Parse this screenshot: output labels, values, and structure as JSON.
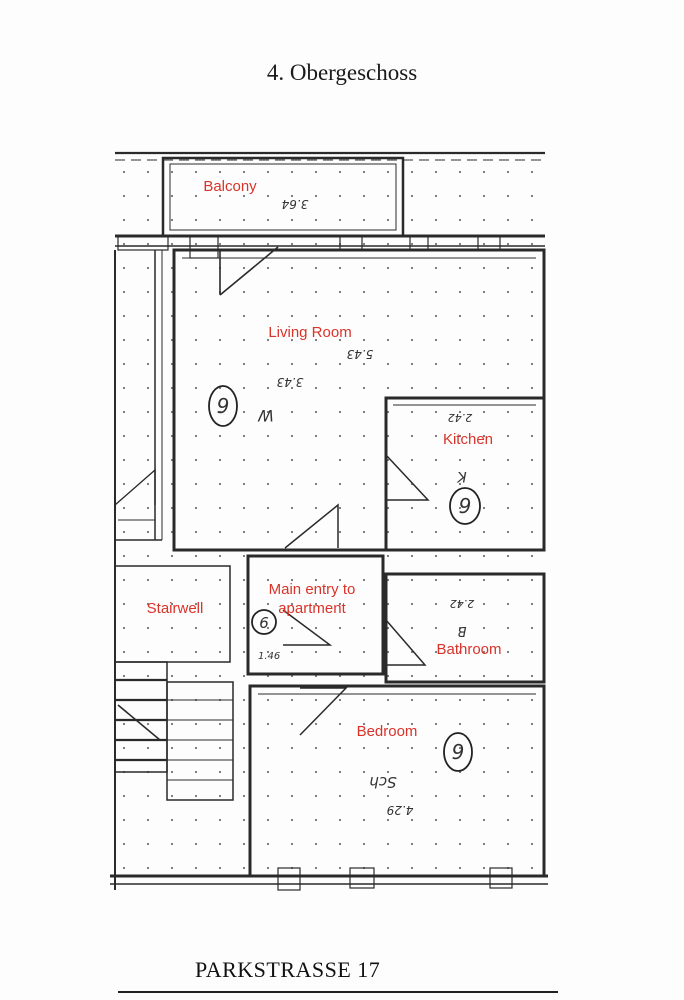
{
  "page": {
    "title": "4. Obergeschoss",
    "footer": "PARKSTRASSE 17"
  },
  "rooms": {
    "balcony": "Balcony",
    "living_room": "Living Room",
    "kitchen": "Kitchen",
    "main_entry": "Main entry to apartment",
    "stairwell": "Stairwell",
    "bathroom": "Bathroom",
    "bedroom": "Bedroom"
  },
  "circle_marks": {
    "living_room": "9",
    "kitchen": "9",
    "entry": "6",
    "bedroom": "9"
  },
  "handwritten": {
    "balcony_dim": "3.64",
    "living_dim_1": "5.43",
    "living_dim_2": "3.43",
    "living_letter": "W",
    "kitchen_dim": "2.42",
    "kitchen_letter": "K",
    "entry_dim": "1.46",
    "bathroom_dim": "2.42",
    "bedroom_dim": "4.29",
    "bedroom_letter": "Sch",
    "bathroom_letter": "B"
  },
  "colors": {
    "label_red": "#d9332a",
    "ink": "#2a2a2a"
  }
}
